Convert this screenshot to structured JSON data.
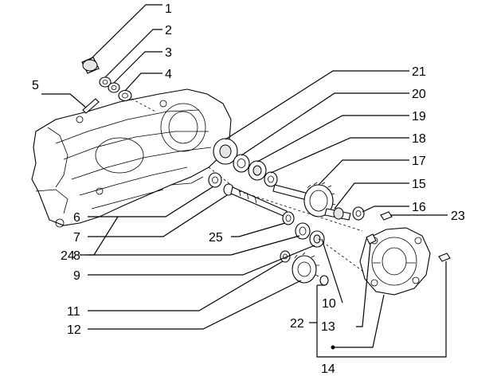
{
  "callouts": [
    {
      "id": "c1",
      "text": "1"
    },
    {
      "id": "c2",
      "text": "2"
    },
    {
      "id": "c3",
      "text": "3"
    },
    {
      "id": "c4",
      "text": "4"
    },
    {
      "id": "c5",
      "text": "5"
    },
    {
      "id": "c6",
      "text": "6"
    },
    {
      "id": "c7",
      "text": "7"
    },
    {
      "id": "c8",
      "text": "8"
    },
    {
      "id": "c9",
      "text": "9"
    },
    {
      "id": "c10",
      "text": "10"
    },
    {
      "id": "c11",
      "text": "11"
    },
    {
      "id": "c12",
      "text": "12"
    },
    {
      "id": "c13",
      "text": "13"
    },
    {
      "id": "c14",
      "text": "14"
    },
    {
      "id": "c15",
      "text": "15"
    },
    {
      "id": "c16",
      "text": "16"
    },
    {
      "id": "c17",
      "text": "17"
    },
    {
      "id": "c18",
      "text": "18"
    },
    {
      "id": "c19",
      "text": "19"
    },
    {
      "id": "c20",
      "text": "20"
    },
    {
      "id": "c21",
      "text": "21"
    },
    {
      "id": "c22",
      "text": "22"
    },
    {
      "id": "c23",
      "text": "23"
    },
    {
      "id": "c24",
      "text": "24"
    },
    {
      "id": "c25",
      "text": "25"
    }
  ]
}
